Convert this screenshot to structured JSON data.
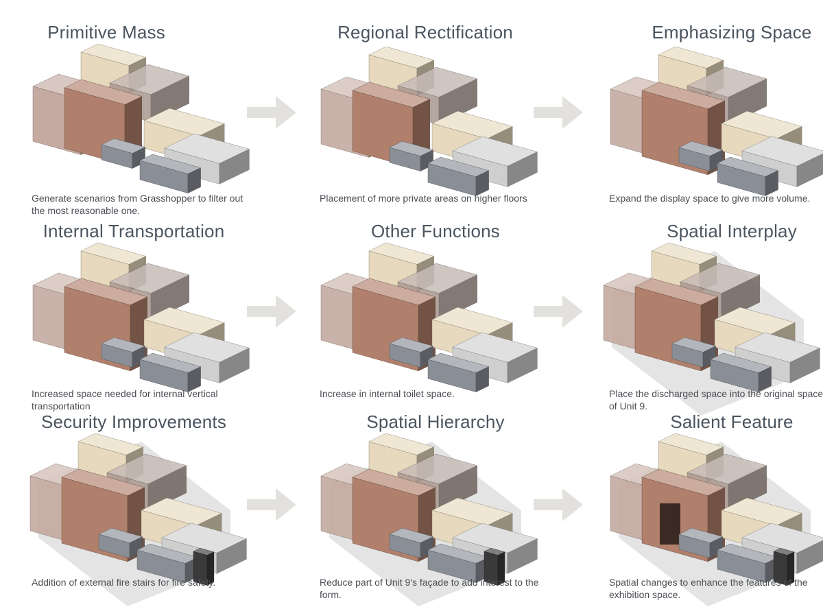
{
  "panels": [
    {
      "title": "Primitive Mass",
      "caption": "Generate scenarios from Grasshopper to filter out the most reasonable one."
    },
    {
      "title": "Regional Rectification",
      "caption": "Placement of more private areas on higher floors"
    },
    {
      "title": "Emphasizing Space",
      "caption": "Expand the display space to give more volume."
    },
    {
      "title": "Internal Transportation",
      "caption": "Increased space needed for internal vertical transportation"
    },
    {
      "title": "Other Functions",
      "caption": "Increase in internal toilet space."
    },
    {
      "title": "Spatial Interplay",
      "caption": "Place the discharged space into the original space of Unit 9."
    },
    {
      "title": "Security Improvements",
      "caption": "Addition of external fire stairs for fire safety."
    },
    {
      "title": "Spatial Hierarchy",
      "caption": "Reduce part of Unit 9's façade to add interest to the form."
    },
    {
      "title": "Salient Feature",
      "caption": "Spatial changes to enhance the features of the exhibition space."
    }
  ],
  "colors": {
    "title_text": "#4b5560",
    "caption_text": "#4b4f55",
    "arrow": "#e3e1de",
    "terracotta": "#b0806c",
    "cream": "#e6d9bd",
    "gray_block": "#8a8e96",
    "light_gray": "#cfcfcf",
    "dark_stair": "#3a3a3a"
  }
}
